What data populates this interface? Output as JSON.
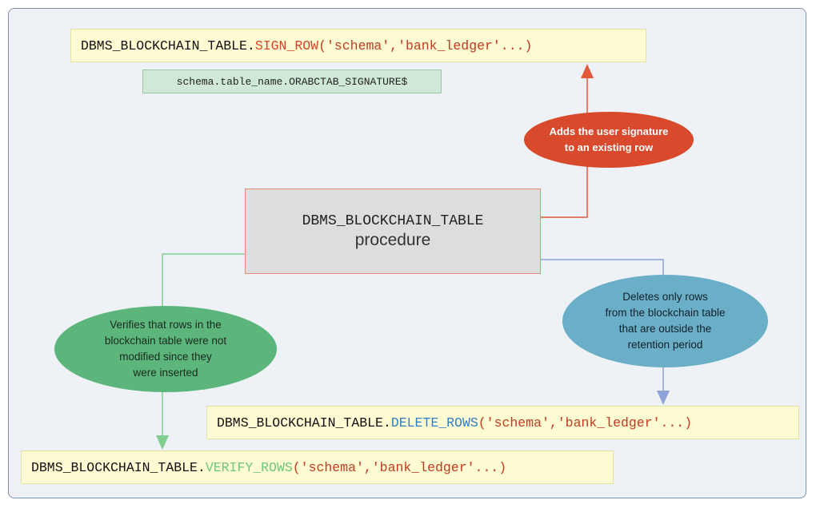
{
  "sign_row": {
    "prefix": "DBMS_BLOCKCHAIN_TABLE.",
    "fn": "SIGN_ROW",
    "args": "('schema','bank_ledger'...)"
  },
  "signature_table": "schema.table_name.ORABCTAB_SIGNATURE$",
  "center": {
    "line1": "DBMS_BLOCKCHAIN_TABLE",
    "line2": "procedure"
  },
  "notes": {
    "sign": [
      "Adds the user signature",
      "to an existing row"
    ],
    "verify": [
      "Verifies that rows in the",
      "blockchain table were not",
      "modified since they",
      "were inserted"
    ],
    "delete": [
      "Deletes only rows",
      "from the blockchain table",
      "that are outside the",
      "retention period"
    ]
  },
  "delete_rows": {
    "prefix": "DBMS_BLOCKCHAIN_TABLE.",
    "fn": "DELETE_ROWS",
    "args": "('schema','bank_ledger'...)"
  },
  "verify_rows": {
    "prefix": "DBMS_BLOCKCHAIN_TABLE.",
    "fn": "VERIFY_ROWS",
    "args": "('schema','bank_ledger'...)"
  },
  "colors": {
    "sign": "#d94a2c",
    "verify": "#5cb57b",
    "delete": "#6aaec8",
    "code_bg": "#fffbd3",
    "frame": "#7d93ad"
  }
}
